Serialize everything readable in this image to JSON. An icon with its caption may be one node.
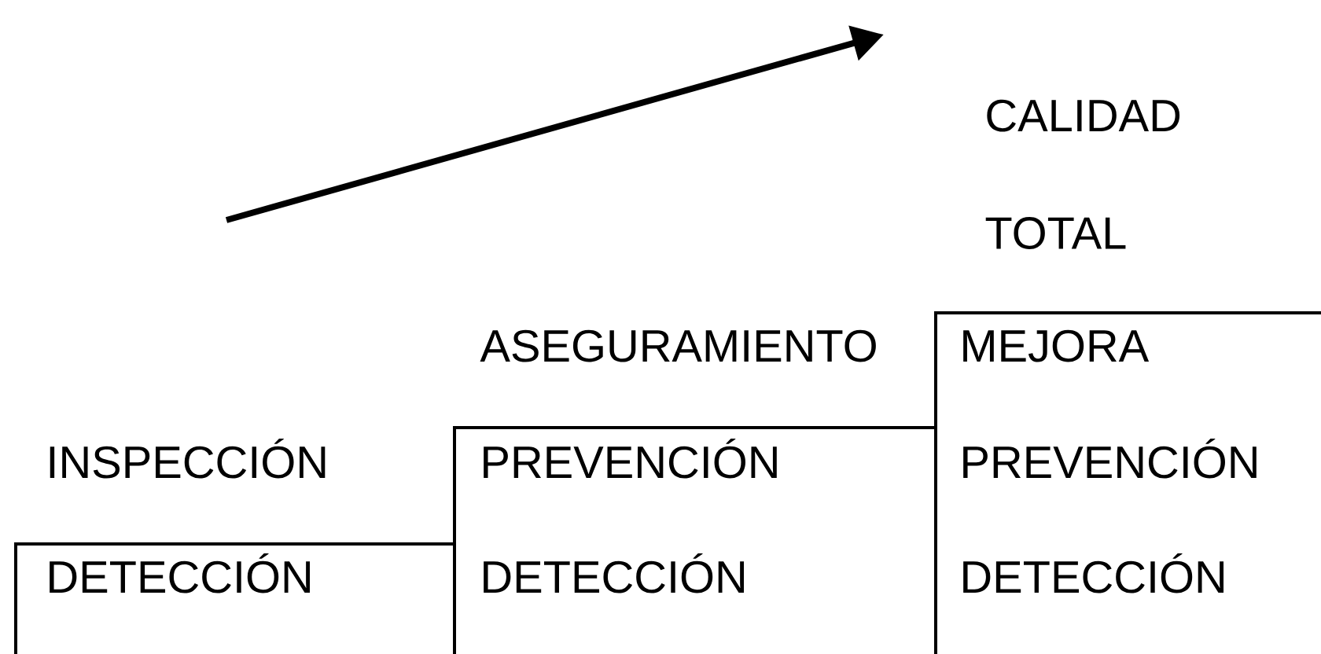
{
  "diagram": {
    "nodes": [
      {
        "text": [
          "INSPECCIÓN",
          "DETECCIÓN"
        ]
      },
      {
        "text": [
          "ASEGURAMIENTO",
          "PREVENCIÓN",
          "DETECCIÓN"
        ]
      },
      {
        "text": [
          "CALIDAD TOTAL",
          "MEJORA",
          "PREVENCIÓN",
          "DETECCIÓN"
        ]
      }
    ]
  }
}
